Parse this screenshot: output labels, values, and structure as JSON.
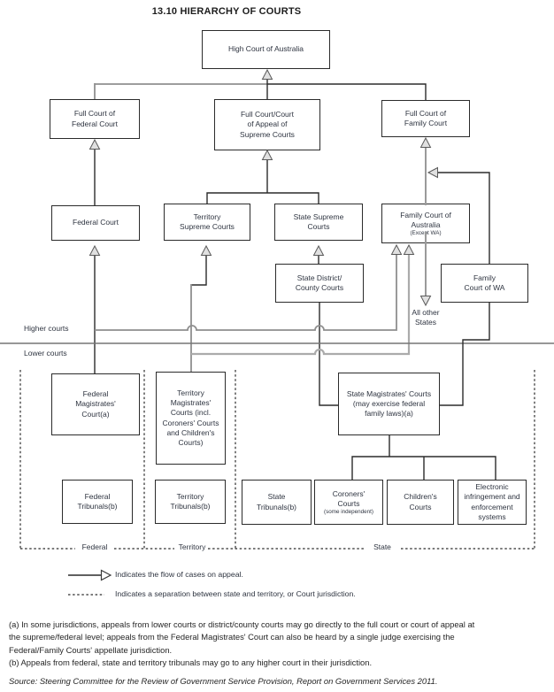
{
  "title": "13.10  HIERARCHY OF COURTS",
  "zones": {
    "higher": "Higher courts",
    "lower": "Lower courts"
  },
  "nodes": {
    "high_court": {
      "label": "High Court of Australia"
    },
    "full_federal": {
      "label": "Full Court of\nFederal Court"
    },
    "full_supreme": {
      "label": "Full Court/Court\nof Appeal of\nSupreme Courts"
    },
    "full_family": {
      "label": "Full Court of\nFamily Court"
    },
    "federal_court": {
      "label": "Federal Court"
    },
    "territory_supreme": {
      "label": "Territory\nSupreme Courts"
    },
    "state_supreme": {
      "label": "State Supreme\nCourts"
    },
    "family_court_australia": {
      "label": "Family Court of\nAustralia",
      "sublabel": "(Except WA)"
    },
    "state_district": {
      "label": "State District/\nCounty Courts"
    },
    "family_court_wa": {
      "label": "Family\nCourt of WA"
    },
    "federal_magistrates": {
      "label": "Federal\nMagistrates'\nCourt(a)"
    },
    "territory_magistrates": {
      "label": "Territory\nMagistrates'\nCourts (incl.\nCoroners' Courts\nand Children's\nCourts)"
    },
    "state_magistrates": {
      "label": "State Magistrates' Courts\n(may exercise federal\nfamily laws)(a)"
    },
    "federal_tribunals": {
      "label": "Federal\nTribunals(b)"
    },
    "territory_tribunals": {
      "label": "Territory\nTribunals(b)"
    },
    "state_tribunals": {
      "label": "State\nTribunals(b)"
    },
    "coroners_courts": {
      "label": "Coroners'\nCourts",
      "sublabel": "(some independent)"
    },
    "childrens_courts": {
      "label": "Children's\nCourts"
    },
    "electronic_systems": {
      "label": "Electronic\ninfringement and\nenforcement\nsystems"
    }
  },
  "annotations": {
    "all_other_states": "All other\nStates"
  },
  "groups": {
    "federal": "Federal",
    "territory": "Territory",
    "state": "State"
  },
  "legend": {
    "arrow": "Indicates the flow of cases on appeal.",
    "dashed": "Indicates a separation between state and territory, or Court jurisdiction."
  },
  "footnotes": {
    "a": "(a) In some jurisdictions, appeals from lower courts or district/county courts may go directly to the full court or court of appeal at\nthe supreme/federal level; appeals from the Federal Magistrates' Court can also be heard by a single judge exercising the\nFederal/Family Courts' appellate jurisdiction.",
    "b": "(b) Appeals from federal, state and territory tribunals may go to any higher court in their jurisdiction."
  },
  "source": "Source: Steering Committee for the Review of Government Service Provision, Report on Government Services 2011.",
  "colors": {
    "line_black": "#2b2b2b",
    "line_gray": "#8f8f8f",
    "line_light_gray": "#ababab",
    "divider_gray": "#757575",
    "arrow_fill": "#e0e0e0",
    "arrow_stroke": "#5a5a5a"
  }
}
